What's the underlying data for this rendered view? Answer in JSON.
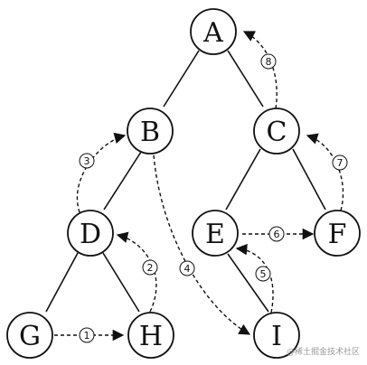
{
  "nodes": [
    {
      "id": "A",
      "label": "A"
    },
    {
      "id": "B",
      "label": "B"
    },
    {
      "id": "C",
      "label": "C"
    },
    {
      "id": "D",
      "label": "D"
    },
    {
      "id": "E",
      "label": "E"
    },
    {
      "id": "F",
      "label": "F"
    },
    {
      "id": "G",
      "label": "G"
    },
    {
      "id": "H",
      "label": "H"
    },
    {
      "id": "I",
      "label": "I"
    }
  ],
  "edges": [
    {
      "from": "A",
      "to": "B"
    },
    {
      "from": "A",
      "to": "C"
    },
    {
      "from": "B",
      "to": "D"
    },
    {
      "from": "C",
      "to": "E"
    },
    {
      "from": "C",
      "to": "F"
    },
    {
      "from": "D",
      "to": "G"
    },
    {
      "from": "D",
      "to": "H"
    },
    {
      "from": "E",
      "to": "I"
    }
  ],
  "threads": [
    {
      "from": "G",
      "to": "H",
      "step": "1"
    },
    {
      "from": "H",
      "to": "D",
      "step": "2"
    },
    {
      "from": "D",
      "to": "B",
      "step": "3"
    },
    {
      "from": "B",
      "to": "I",
      "step": "4"
    },
    {
      "from": "I",
      "to": "E",
      "step": "5"
    },
    {
      "from": "E",
      "to": "F",
      "step": "6"
    },
    {
      "from": "F",
      "to": "C",
      "step": "7"
    },
    {
      "from": "C",
      "to": "A",
      "step": "8"
    }
  ],
  "watermark": "@稀土掘金技术社区"
}
